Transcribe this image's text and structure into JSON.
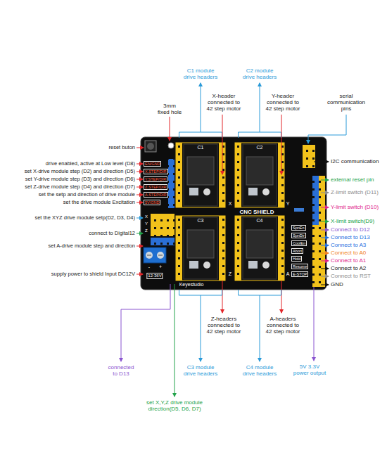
{
  "diagram": {
    "labels": [
      "C1 module drive headers",
      "C2 module drive headers",
      "3mm fixed hole",
      "X-header connected to 42 step motor",
      "Y-header connected to 42 step motor",
      "serial communication pins",
      "reset buton",
      "drive enabled, active at Low level (D8)",
      "set X-drive module step (D2) and direction (D5)",
      "set Y-drive module step (D3) and direction (D6)",
      "set Z-drive module step (D4) and direction (D7)",
      "set the setp and direction of drive module",
      "set the drive module Excitation",
      "set the XYZ drive module setp(D2, D3, D4)",
      "connect to Digital12",
      "set A-drive module step and direction",
      "supply power to shield Input DC12V",
      "I2C communication",
      "external reset pin",
      "Z-limit switch (D11)",
      "Y-limit switch (D10)",
      "X-limit switch(D9)",
      "Connect to D12",
      "Connect to D13",
      "Connect to A3",
      "Connect to A0",
      "Connect to A1",
      "Connect to A2",
      "Connect to RST",
      "GND",
      "Z-headers connected to 42 step motor",
      "A-headers connected to 42 step motor",
      "C3 module drive headers",
      "C4 module drive headers",
      "5V 3.3V power output",
      "connected to D13",
      "set X,Y,Z drive module direction(D5, D6, D7)",
      "C1",
      "C2",
      "C3",
      "C4",
      "X",
      "Y",
      "Z",
      "A",
      "CNC SHIELD",
      "Keyestudio",
      "EN/GND",
      "X.STEP/DIR",
      "Y.STEP/DIR",
      "Z.STEP/DIR",
      "A.STEP/DIR",
      "5V/GND",
      "X",
      "Y",
      "Z",
      "12-36V",
      "-",
      "+",
      "SpnEn",
      "SpnDir",
      "CoolEn",
      "Abort",
      "Hold",
      "Resume",
      "E-STOP"
    ]
  }
}
